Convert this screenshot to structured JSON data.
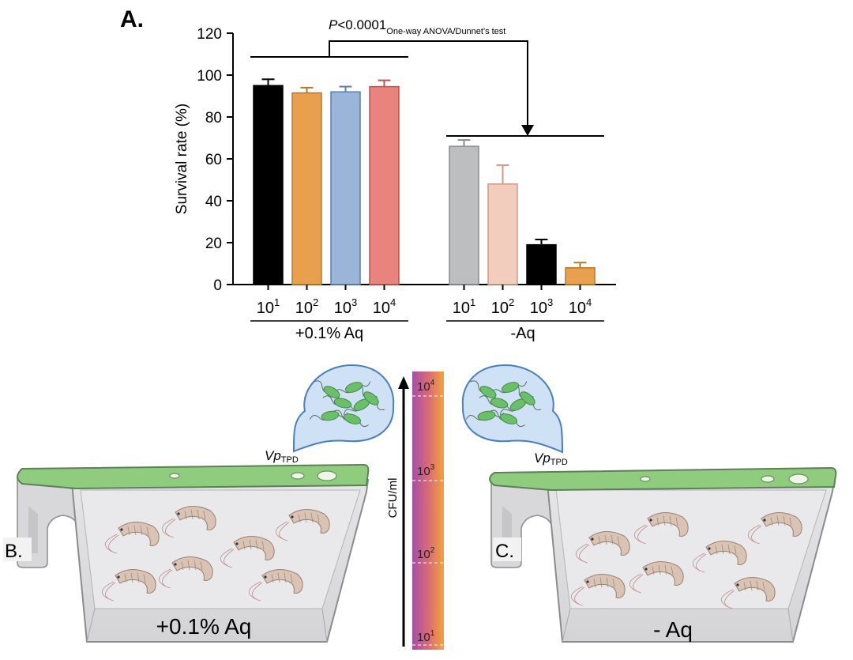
{
  "panel_a": {
    "label": "A.",
    "stat_p": "P",
    "stat_value": "<0.0001",
    "stat_test": "One-way ANOVA/Dunnet's test"
  },
  "chart_data": {
    "type": "bar",
    "ylabel": "Survival rate (%)",
    "ylim": [
      0,
      120
    ],
    "yticks": [
      "0",
      "20",
      "40",
      "60",
      "80",
      "100",
      "120"
    ],
    "groups": [
      {
        "name": "+0.1% Aq",
        "bars": [
          {
            "base": "10",
            "exp": "1",
            "value": 95,
            "error": 3,
            "color": "#000000",
            "edge": "#000000"
          },
          {
            "base": "10",
            "exp": "2",
            "value": 91.5,
            "error": 2.5,
            "color": "#e8a04f",
            "edge": "#b87829"
          },
          {
            "base": "10",
            "exp": "3",
            "value": 92,
            "error": 2.5,
            "color": "#9ab5d8",
            "edge": "#5a7fb0"
          },
          {
            "base": "10",
            "exp": "4",
            "value": 94.5,
            "error": 3,
            "color": "#e8837d",
            "edge": "#c0504a"
          }
        ]
      },
      {
        "name": "-Aq",
        "bars": [
          {
            "base": "10",
            "exp": "1",
            "value": 66,
            "error": 3,
            "color": "#bcbec0",
            "edge": "#8a8c8e"
          },
          {
            "base": "10",
            "exp": "2",
            "value": 48,
            "error": 9,
            "color": "#f2cdbd",
            "edge": "#d09a86"
          },
          {
            "base": "10",
            "exp": "3",
            "value": 19,
            "error": 2.5,
            "color": "#000000",
            "edge": "#000000"
          },
          {
            "base": "10",
            "exp": "4",
            "value": 8,
            "error": 2.5,
            "color": "#e8a04f",
            "edge": "#b87829"
          }
        ]
      }
    ]
  },
  "panel_b": {
    "label": "B.",
    "tank_label": "+0.1% Aq",
    "pathogen": "Vp",
    "pathogen_sub": "TPD"
  },
  "panel_c": {
    "label": "C.",
    "tank_label": "- Aq",
    "pathogen": "Vp",
    "pathogen_sub": "TPD"
  },
  "gradient_bar": {
    "axis_label": "CFU/ml",
    "ticks": [
      {
        "base": "10",
        "exp": "4"
      },
      {
        "base": "10",
        "exp": "3"
      },
      {
        "base": "10",
        "exp": "2"
      },
      {
        "base": "10",
        "exp": "1"
      }
    ],
    "colors": {
      "left": "#a24fa5",
      "right": "#f2a33a"
    }
  }
}
